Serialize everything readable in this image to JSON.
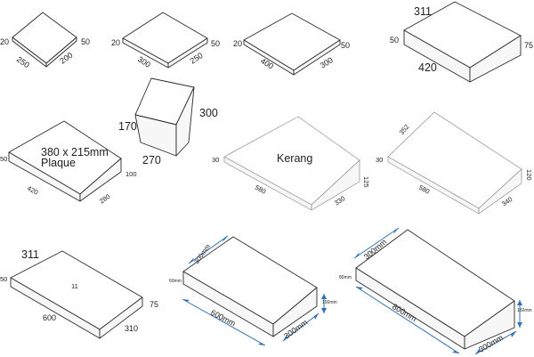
{
  "shapes": [
    {
      "id": "s1",
      "labels": {
        "h_left": "20",
        "h_right": "50",
        "w": "250",
        "d": "200"
      }
    },
    {
      "id": "s2",
      "labels": {
        "h_left": "20",
        "h_right": "50",
        "w": "300",
        "d": "250"
      }
    },
    {
      "id": "s3",
      "labels": {
        "h_left": "20",
        "h_right": "50",
        "w": "400",
        "d": "300"
      }
    },
    {
      "id": "s4",
      "labels": {
        "top": "311",
        "h_left": "50",
        "h_right": "75",
        "w": "420"
      }
    },
    {
      "id": "s5",
      "labels": {
        "h_left": "170",
        "h_right": "300",
        "w": "270"
      }
    },
    {
      "id": "s6",
      "labels": {
        "h_left": "50",
        "h_right": "100",
        "w": "420",
        "d": "280",
        "text1": "380 x 215mm",
        "text2": "Plaque"
      }
    },
    {
      "id": "s7",
      "labels": {
        "h_left": "30",
        "h_right": "125",
        "w": "580",
        "d": "330",
        "center": "Kerang"
      }
    },
    {
      "id": "s8",
      "labels": {
        "top": "352",
        "h_left": "30",
        "h_right": "120",
        "w": "580",
        "d": "340"
      }
    },
    {
      "id": "s9",
      "labels": {
        "top": "311",
        "h_left": "50",
        "h_right": "75",
        "w": "600",
        "d": "310",
        "center": "11"
      }
    },
    {
      "id": "s10",
      "labels": {
        "top": "300mm",
        "h_left": "60mm",
        "h_right": "100mm",
        "w": "600mm",
        "d": "300mm"
      }
    },
    {
      "id": "s11",
      "labels": {
        "top": "300mm",
        "h_left": "80mm",
        "h_right": "160mm",
        "w": "800mm",
        "d": "300mm"
      }
    }
  ],
  "colors": {
    "line": "#2b2b2b",
    "dimension_arrow": "#2f6fb3"
  }
}
